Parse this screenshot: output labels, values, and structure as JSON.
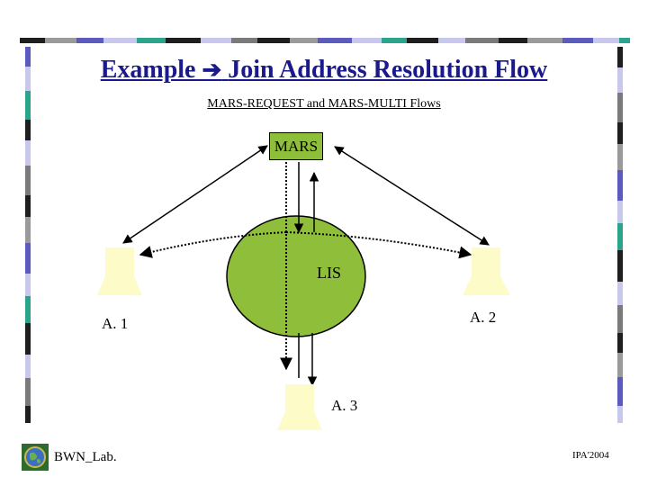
{
  "slide": {
    "title_prefix": "Example",
    "title_arrow": "➔",
    "title_rest": "Join Address Resolution Flow",
    "subtitle": "MARS-REQUEST and MARS-MULTI Flows"
  },
  "diagram": {
    "server_label": "MARS",
    "network_label": "LIS",
    "hosts": [
      {
        "id": "a1",
        "label": "A. 1"
      },
      {
        "id": "a2",
        "label": "A. 2"
      },
      {
        "id": "a3",
        "label": "A. 3"
      }
    ],
    "colors": {
      "server_box": "#8fbe3a",
      "network_ellipse": "#8fbe3a",
      "host_fill": "#fdfbc8",
      "title": "#1a1a8c"
    }
  },
  "footer": {
    "left": "BWN_Lab.",
    "right": "IPA'2004",
    "logo_icon": "globe-logo-icon"
  }
}
